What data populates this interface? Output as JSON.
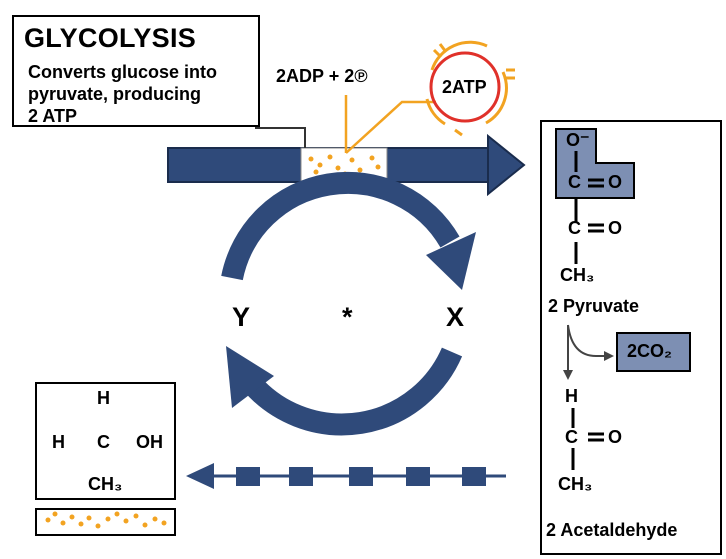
{
  "glycolysis": {
    "title": "GLYCOLYSIS",
    "description_lines": [
      "Converts glucose into",
      "pyruvate, producing",
      "2 ATP"
    ]
  },
  "inputs": {
    "label": "2ADP + 2℗"
  },
  "atp": {
    "label": "2ATP"
  },
  "cycle": {
    "left_label": "Y",
    "center_label": "*",
    "right_label": "X"
  },
  "pyruvate": {
    "oxygen_minus": "O⁻",
    "carbon": "C",
    "oxygen": "O",
    "methyl": "CH₃",
    "name": "2 Pyruvate"
  },
  "co2": {
    "label": "2CO₂"
  },
  "acetaldehyde": {
    "hydrogen": "H",
    "carbon": "C",
    "oxygen": "O",
    "methyl": "CH₃",
    "name": "2 Acetaldehyde"
  },
  "ethanol": {
    "top_h": "H",
    "left_h": "H",
    "carbon": "C",
    "oh": "OH",
    "methyl": "CH₃"
  },
  "colors": {
    "navy": "#2f4a7a",
    "orange": "#f2a321",
    "red": "#e0312a",
    "slate_fill": "#7d8fb3"
  }
}
